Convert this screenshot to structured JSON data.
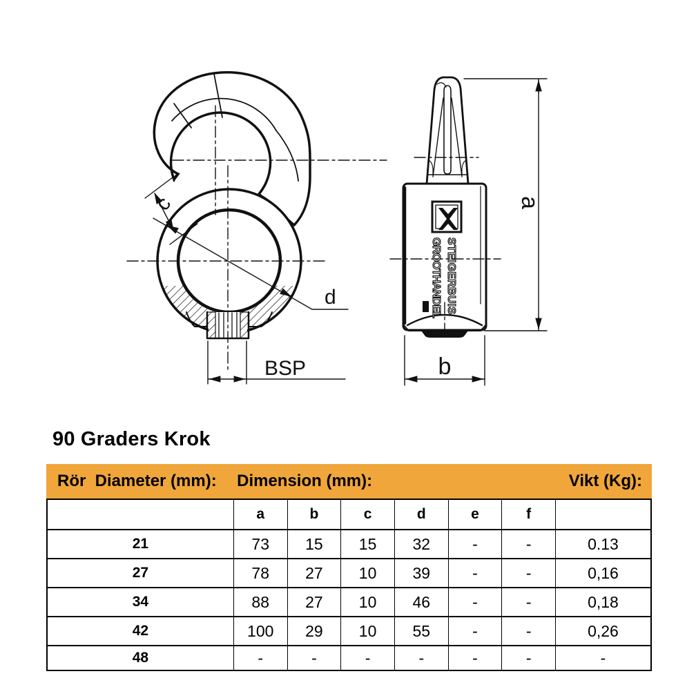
{
  "title": "90 Graders Krok",
  "drawing": {
    "labels": {
      "c": "c",
      "d": "d",
      "bsp": "BSP",
      "a": "a",
      "b": "b"
    },
    "brand": {
      "line1": "STEIGERBUIS",
      "line2": "GROOTHANDEL"
    }
  },
  "table": {
    "accent": "#F0A63A",
    "header": {
      "col1": "Rör  Diameter (mm):",
      "col2": "Dimension (mm):",
      "col3": "Vikt (Kg):"
    },
    "subheader": [
      "a",
      "b",
      "c",
      "d",
      "e",
      "f"
    ],
    "rows": [
      {
        "diameter": "21",
        "values": [
          "73",
          "15",
          "15",
          "32",
          "-",
          "-"
        ],
        "weight": "0.13"
      },
      {
        "diameter": "27",
        "values": [
          "78",
          "27",
          "10",
          "39",
          "-",
          "-"
        ],
        "weight": "0,16"
      },
      {
        "diameter": "34",
        "values": [
          "88",
          "27",
          "10",
          "46",
          "-",
          "-"
        ],
        "weight": "0,18"
      },
      {
        "diameter": "42",
        "values": [
          "100",
          "29",
          "10",
          "55",
          "-",
          "-"
        ],
        "weight": "0,26"
      },
      {
        "diameter": "48",
        "values": [
          "-",
          "-",
          "-",
          "-",
          "-",
          "-"
        ],
        "weight": "-"
      }
    ]
  }
}
